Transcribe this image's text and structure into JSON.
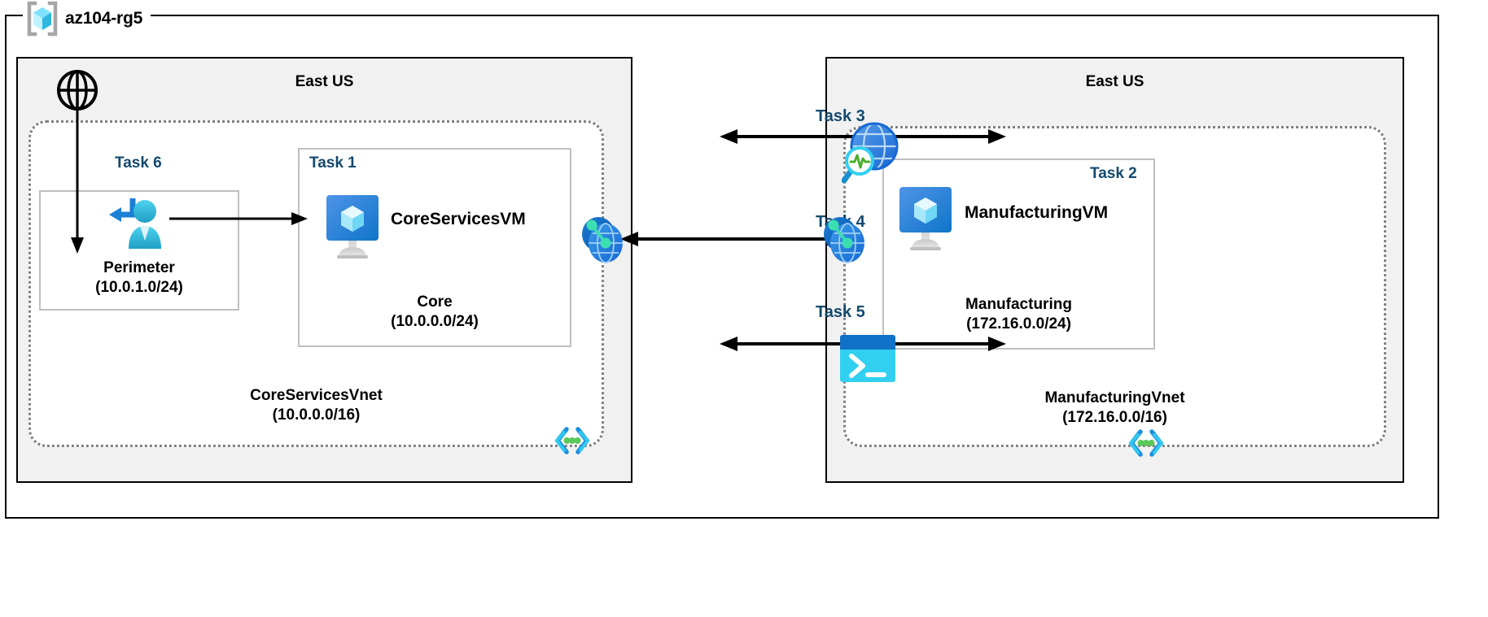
{
  "diagram": {
    "resource_group": {
      "name": "az104-rg5",
      "icon": "resource-group-cube-icon"
    },
    "regions": [
      {
        "id": "left",
        "title": "East US"
      },
      {
        "id": "right",
        "title": "East US"
      }
    ],
    "internet": {
      "icon": "internet-globe-icon"
    },
    "vnets": [
      {
        "id": "coreservices",
        "name": "CoreServicesVnet",
        "cidr": "(10.0.0.0/16)",
        "label": "CoreServicesVnet\n(10.0.0.0/16)",
        "icon": "vnet-brackets-icon"
      },
      {
        "id": "manufacturing",
        "name": "ManufacturingVnet",
        "cidr": "(172.16.0.0/16)",
        "label": "ManufacturingVnet\n(172.16.0.0/16)",
        "icon": "vnet-brackets-icon"
      }
    ],
    "subnets": [
      {
        "id": "perimeter",
        "name": "Perimeter",
        "cidr": "(10.0.1.0/24)",
        "label": "Perimeter\n(10.0.1.0/24)",
        "task": "Task 6",
        "icon": "bastion-user-icon"
      },
      {
        "id": "core",
        "name": "Core",
        "cidr": "(10.0.0.0/24)",
        "label": "Core\n(10.0.0.0/24)",
        "task": "Task 1",
        "icon": "virtual-machine-icon",
        "vm": "CoreServicesVM"
      },
      {
        "id": "manufacturing-subnet",
        "name": "Manufacturing",
        "cidr": "(172.16.0.0/24)",
        "label": "Manufacturing\n(172.16.0.0/24)",
        "task": "Task 2",
        "icon": "virtual-machine-icon",
        "vm": "ManufacturingVM"
      }
    ],
    "connections": [
      {
        "id": "task3",
        "task": "Task 3",
        "icon": "network-watcher-icon",
        "arrow": "double-headed"
      },
      {
        "id": "task4",
        "task": "Task 4",
        "icon": "vnet-peering-icon",
        "arrow": "double-headed"
      },
      {
        "id": "task5",
        "task": "Task 5",
        "icon": "cloud-shell-icon",
        "arrow": "double-headed"
      }
    ],
    "colors": {
      "task_label": "#11496e",
      "region_fill": "#f1f1f1",
      "vnet_border": "#808080",
      "subnet_border": "#bfbfbf",
      "frame": "#000000",
      "azure_blue": "#0078d4",
      "cyan": "#32c8f0",
      "green": "#5ac85a"
    }
  }
}
